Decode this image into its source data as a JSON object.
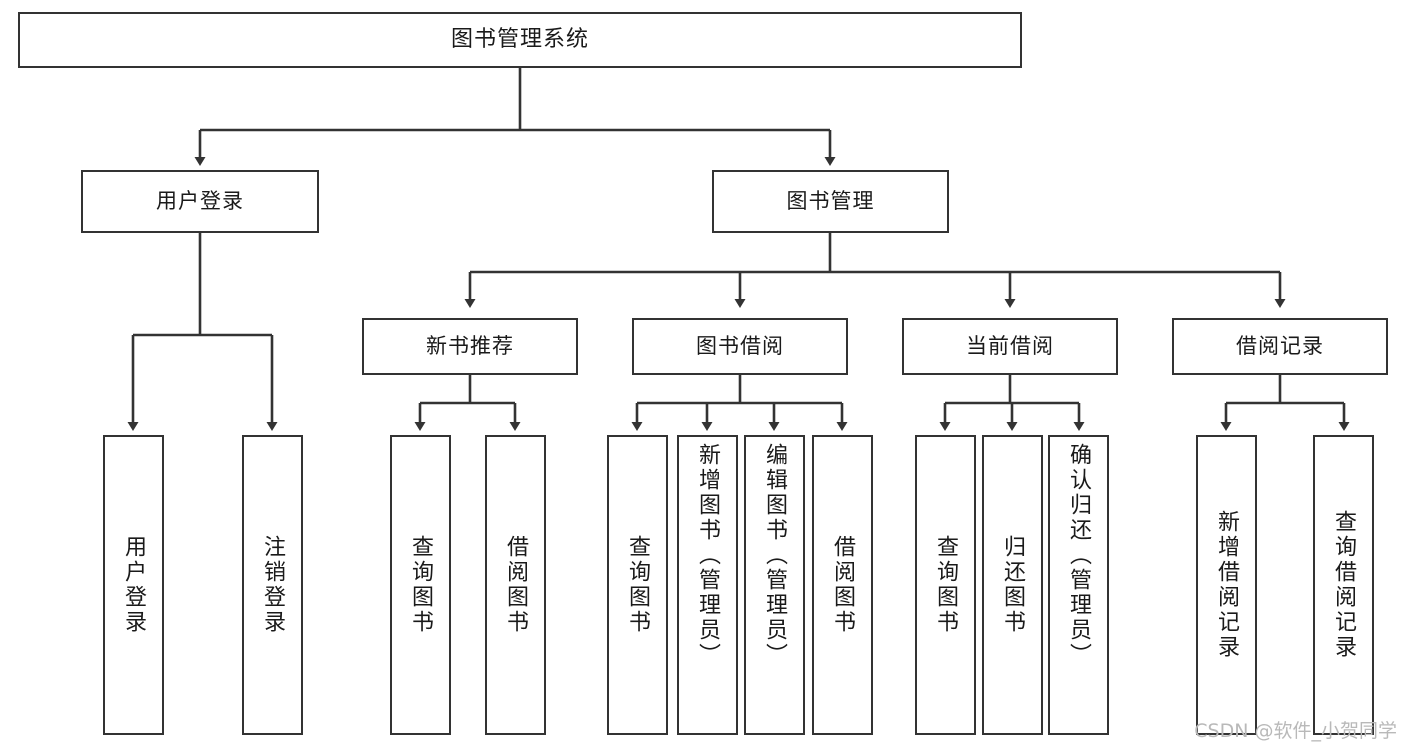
{
  "diagram": {
    "title": "图书管理系统",
    "type": "tree-hierarchy-diagram",
    "watermark": "CSDN @软件_小贺同学",
    "colors": {
      "box_border": "#333333",
      "box_fill": "#ffffff",
      "edge": "#333333",
      "text": "#1a1a1a",
      "watermark": "#b9b9b9",
      "background": "#ffffff"
    },
    "root": {
      "label": "图书管理系统"
    },
    "level2": [
      {
        "label": "用户登录"
      },
      {
        "label": "图书管理"
      }
    ],
    "level3": [
      {
        "label": "新书推荐"
      },
      {
        "label": "图书借阅"
      },
      {
        "label": "当前借阅"
      },
      {
        "label": "借阅记录"
      }
    ],
    "leaves": {
      "user_login": [
        {
          "label": "用户登录"
        },
        {
          "label": "注销登录"
        }
      ],
      "new_book_recommend": [
        {
          "label": "查询图书"
        },
        {
          "label": "借阅图书"
        }
      ],
      "book_borrow": [
        {
          "label": "查询图书"
        },
        {
          "label": "新增图书（管理员）"
        },
        {
          "label": "编辑图书（管理员）"
        },
        {
          "label": "借阅图书"
        }
      ],
      "current_borrow": [
        {
          "label": "查询图书"
        },
        {
          "label": "归还图书"
        },
        {
          "label": "确认归还（管理员）"
        }
      ],
      "borrow_record": [
        {
          "label": "新增借阅记录"
        },
        {
          "label": "查询借阅记录"
        }
      ]
    }
  }
}
